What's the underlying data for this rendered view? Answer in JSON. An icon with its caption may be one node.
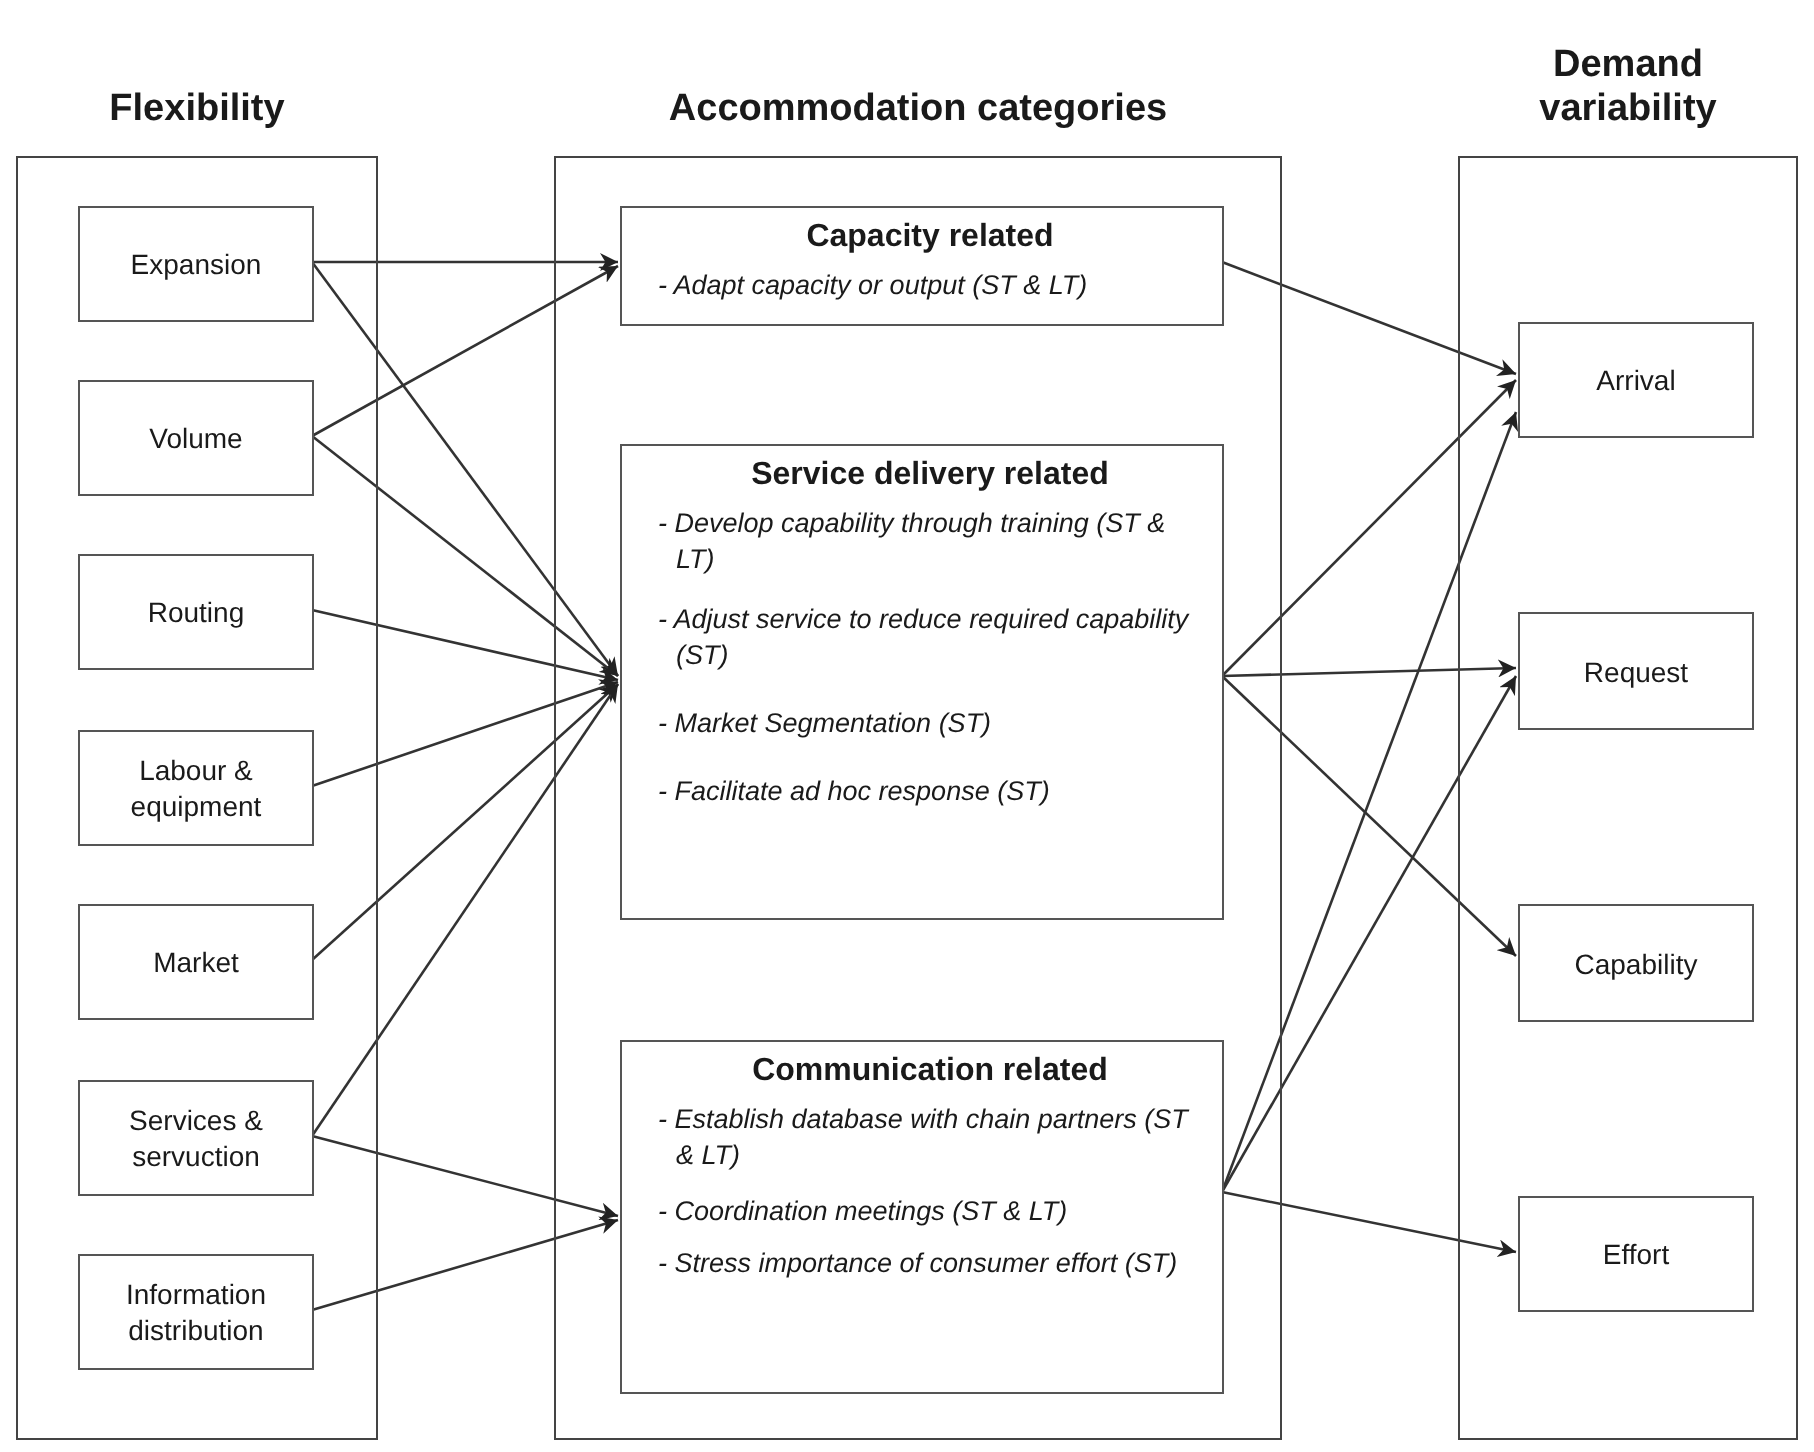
{
  "diagram": {
    "nodes": [
      {
        "text": [
          "Flexibility"
        ]
      },
      {
        "text": [
          "Expansion"
        ],
        "in": 0
      },
      {
        "text": [
          "Volume"
        ],
        "in": 0
      },
      {
        "text": [
          "Routing"
        ],
        "in": 0
      },
      {
        "text": [
          "Labour & equipment"
        ],
        "in": 0
      },
      {
        "text": [
          "Market"
        ],
        "in": 0
      },
      {
        "text": [
          "Services & servuction"
        ],
        "in": 0
      },
      {
        "text": [
          "Information distribution"
        ],
        "in": 0
      },
      {
        "text": [
          "Accommodation categories"
        ]
      },
      {
        "text": [
          "Capacity related",
          "- Adapt capacity or output (ST & LT)"
        ],
        "in": 8
      },
      {
        "text": [
          "Service delivery related",
          "- Develop capability through training (ST & LT)",
          "- Adjust service to reduce required capability (ST)",
          "- Market Segmentation (ST)",
          "- Facilitate ad hoc response (ST)"
        ],
        "in": 8
      },
      {
        "text": [
          "Communication related",
          "- Establish database with chain partners (ST & LT)",
          "- Coordination meetings (ST & LT)",
          "- Stress importance of consumer effort (ST)"
        ],
        "in": 8
      },
      {
        "text": [
          "Demand variability"
        ]
      },
      {
        "text": [
          "Arrival"
        ],
        "in": 12
      },
      {
        "text": [
          "Request"
        ],
        "in": 12
      },
      {
        "text": [
          "Capability"
        ],
        "in": 12
      },
      {
        "text": [
          "Effort"
        ],
        "in": 12
      }
    ],
    "edges": [
      {
        "from": 1,
        "to": 9,
        "arrow": "to"
      },
      {
        "from": 1,
        "to": 10,
        "arrow": "to"
      },
      {
        "from": 2,
        "to": 9,
        "arrow": "to"
      },
      {
        "from": 2,
        "to": 10,
        "arrow": "to"
      },
      {
        "from": 3,
        "to": 10,
        "arrow": "to"
      },
      {
        "from": 4,
        "to": 10,
        "arrow": "to"
      },
      {
        "from": 5,
        "to": 10,
        "arrow": "to"
      },
      {
        "from": 6,
        "to": 10,
        "arrow": "to"
      },
      {
        "from": 6,
        "to": 11,
        "arrow": "to"
      },
      {
        "from": 7,
        "to": 11,
        "arrow": "to"
      },
      {
        "from": 9,
        "to": 13,
        "arrow": "to"
      },
      {
        "from": 10,
        "to": 13,
        "arrow": "to"
      },
      {
        "from": 10,
        "to": 14,
        "arrow": "to"
      },
      {
        "from": 10,
        "to": 15,
        "arrow": "to"
      },
      {
        "from": 11,
        "to": 13,
        "arrow": "to"
      },
      {
        "from": 11,
        "to": 14,
        "arrow": "to"
      },
      {
        "from": 11,
        "to": 16,
        "arrow": "to"
      }
    ]
  }
}
